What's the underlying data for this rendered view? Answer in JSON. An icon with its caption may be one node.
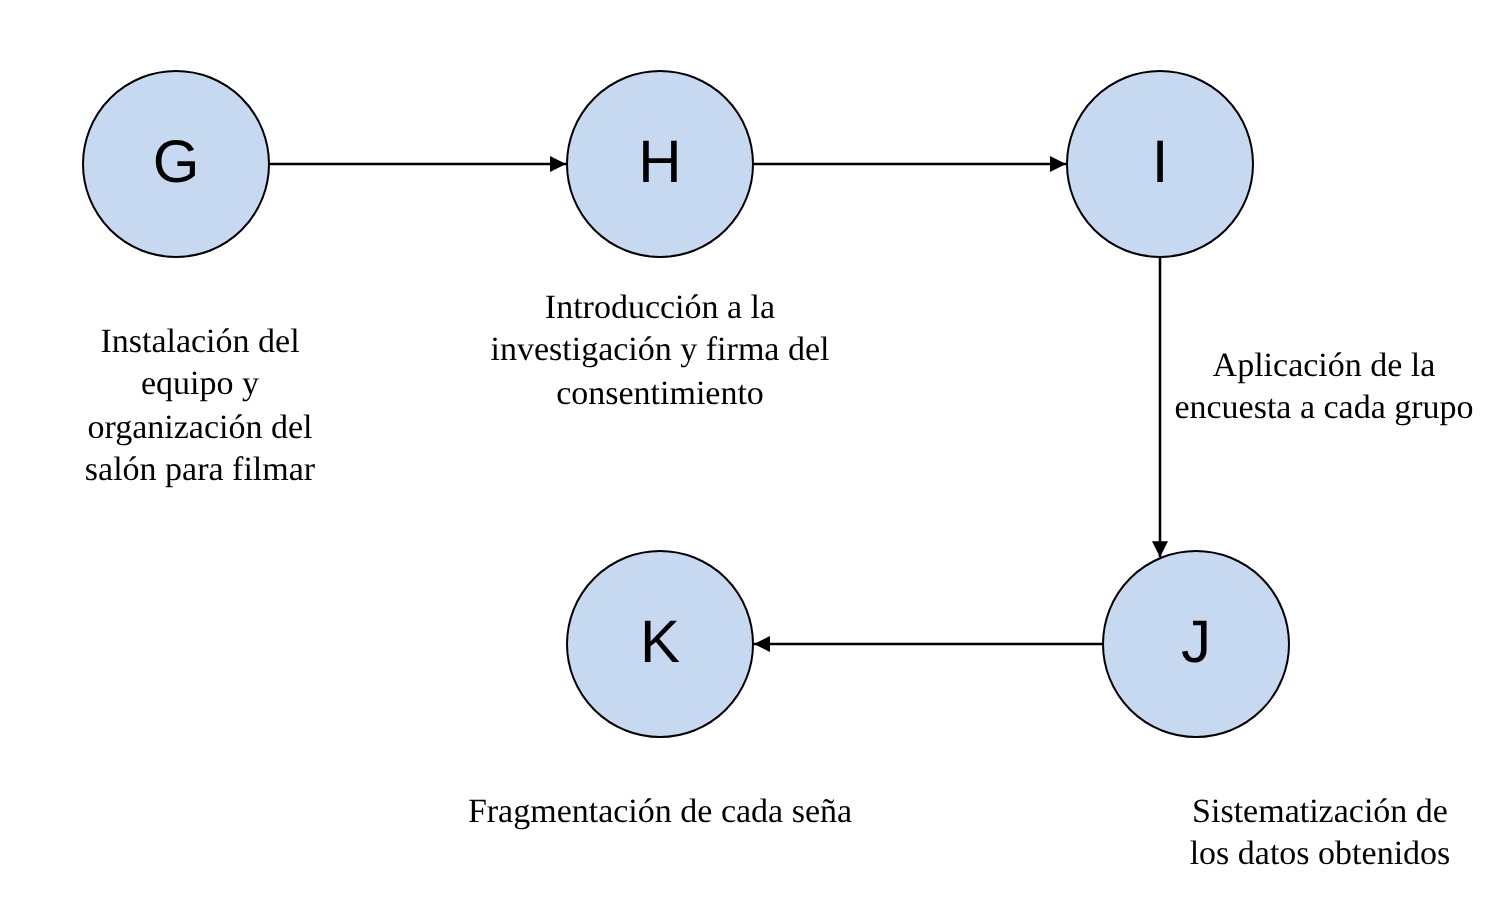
{
  "diagram": {
    "nodes": [
      {
        "text": [
          "G"
        ],
        "beside": [
          "Instalación del equipo y organización del salón para filmar"
        ]
      },
      {
        "text": [
          "H"
        ],
        "beside": [
          "Introducción a la investigación y firma del consentimiento"
        ]
      },
      {
        "text": [
          "I"
        ],
        "beside": [
          "Aplicación de la encuesta a cada grupo"
        ]
      },
      {
        "text": [
          "J"
        ],
        "beside": [
          "Sistematización de los datos obtenidos"
        ]
      },
      {
        "text": [
          "K"
        ],
        "beside": [
          "Fragmentación de cada seña"
        ]
      }
    ],
    "edges": [
      {
        "from": 0,
        "to": 1,
        "arrow": "to"
      },
      {
        "from": 1,
        "to": 2,
        "arrow": "to"
      },
      {
        "from": 2,
        "to": 3,
        "arrow": "to"
      },
      {
        "from": 3,
        "to": 4,
        "arrow": "to"
      }
    ]
  }
}
